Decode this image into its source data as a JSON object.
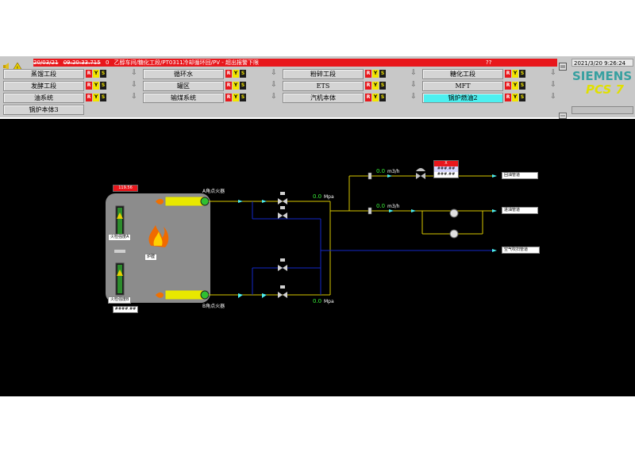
{
  "alarm": {
    "date": "20/03/21",
    "time": "09:20:33.715",
    "state": "0",
    "message": "乙醇车间/糖化工段/PT0311冷却循环回/PV - 超出报警下限",
    "extra": "??"
  },
  "datetime": "2021/3/20 9:26:24",
  "brand": {
    "company": "SIEMENS",
    "product": "PCS 7"
  },
  "area_buttons": [
    {
      "label": "蒸馏工段",
      "indicators": [
        "R",
        "Y",
        "S"
      ],
      "active": false
    },
    {
      "label": "循环水",
      "indicators": [
        "R",
        "Y",
        "S"
      ],
      "active": false
    },
    {
      "label": "粉碎工段",
      "indicators": [
        "R",
        "Y",
        "S"
      ],
      "active": false
    },
    {
      "label": "糖化工段",
      "indicators": [
        "R",
        "Y",
        "S"
      ],
      "active": false
    },
    {
      "label": "发酵工段",
      "indicators": [
        "R",
        "Y",
        "S"
      ],
      "active": false
    },
    {
      "label": "罐区",
      "indicators": [
        "R",
        "Y",
        "S"
      ],
      "active": false
    },
    {
      "label": "ETS",
      "indicators": [
        "R",
        "Y",
        "S"
      ],
      "active": false
    },
    {
      "label": "MFT",
      "indicators": [
        "R",
        "Y",
        "S"
      ],
      "active": false
    },
    {
      "label": "油系统",
      "indicators": [
        "R",
        "Y",
        "S"
      ],
      "active": false
    },
    {
      "label": "输煤系统",
      "indicators": [
        "R",
        "Y",
        "S"
      ],
      "active": false
    },
    {
      "label": "汽机本体",
      "indicators": [
        "R",
        "Y",
        "S"
      ],
      "active": false
    },
    {
      "label": "锅炉燃油2",
      "indicators": [
        "R",
        "Y",
        "S"
      ],
      "active": true
    },
    {
      "label": "锅炉本体3",
      "indicators": [],
      "active": false
    }
  ],
  "plant": {
    "burner_a": "A角点火器",
    "burner_b": "B角点火器",
    "flame_a": "火检强度A",
    "flame_b": "火检强度B",
    "furnace": "炉膛",
    "furnace_top_value": "119.56",
    "furnace_bottom_value": "####.##",
    "pressure_a": {
      "value": "0.0",
      "unit": "Mpa"
    },
    "pressure_b": {
      "value": "0.0",
      "unit": "Mpa"
    },
    "flow_1": {
      "value": "0.0",
      "unit": "m3/h"
    },
    "flow_2": {
      "value": "0.0",
      "unit": "m3/h"
    },
    "panel_lines": [
      "X",
      "###.##",
      "###.##"
    ],
    "dest_1": "回油管道",
    "dest_2": "进油管道",
    "dest_3": "空气吹扫管道"
  },
  "colors": {
    "oil_line": "#d8c800",
    "air_line": "#1428c8",
    "alarm_bg": "#e8171c",
    "active_area": "#4df0f0",
    "value_green": "#38f038"
  }
}
